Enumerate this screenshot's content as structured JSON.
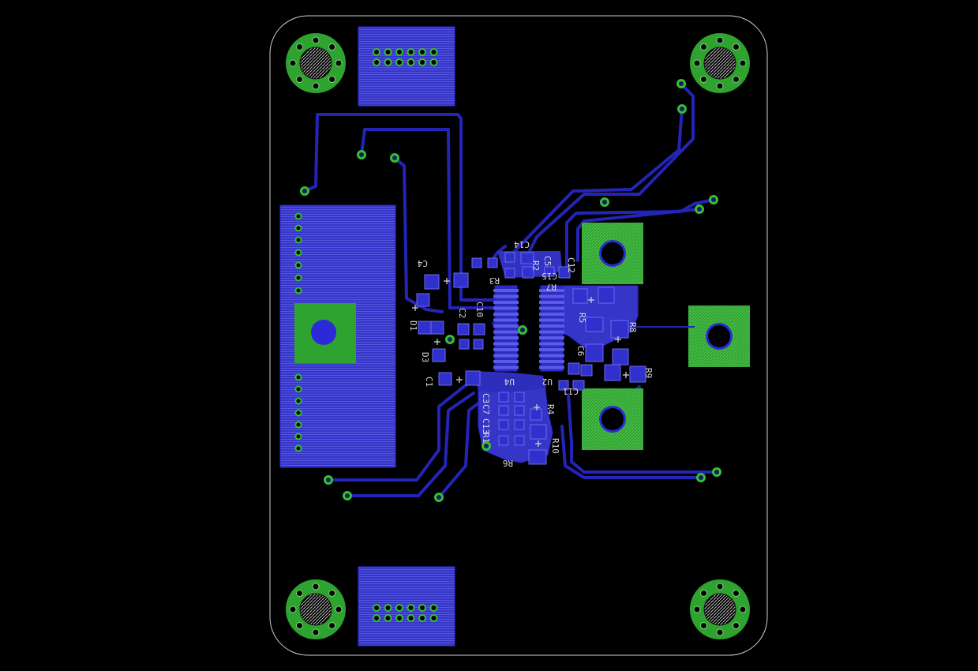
{
  "colors": {
    "background": "#000000",
    "outline": "#cfcfcf",
    "copper_top": "#2a2ad8",
    "copper_pour": "#3a3acc",
    "trace": "#2424b8",
    "pad_green": "#2fa32f",
    "via_ring": "#33c033",
    "silkscreen": "#d8d8d8"
  },
  "icons": {
    "mounting_hole": "mounting-hole-icon",
    "via": "via-icon",
    "smd_pad": "smd-pad-icon",
    "through_hole_pad": "through-hole-pad-icon"
  },
  "labels": {
    "c4": "C4",
    "c14": "C14",
    "c5": "C5",
    "c12": "C12",
    "c15": "C15",
    "c10": "C10",
    "c2": "C2",
    "c6": "C6",
    "c11": "C11",
    "c3": "C3",
    "c1": "C1",
    "c13": "C13",
    "c7": "C7",
    "r1": "R1",
    "r2": "R2",
    "r3": "R3",
    "r4": "R4",
    "r5": "R5",
    "r6": "R6",
    "r7": "R7",
    "r8": "R8",
    "r9": "R9",
    "r10": "R10",
    "d1": "D1",
    "d3": "D3",
    "u4": "U4",
    "u2": "U2"
  }
}
